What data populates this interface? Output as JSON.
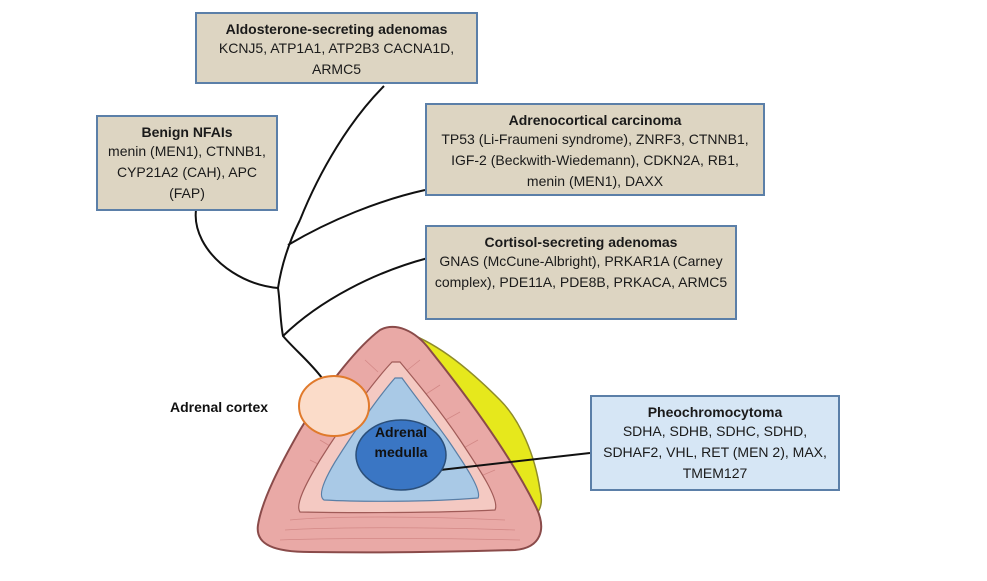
{
  "boxes": {
    "aldosterone": {
      "title": "Aldosterone-secreting adenomas",
      "genes": "KCNJ5, ATP1A1, ATP2B3 CACNA1D, ARMC5"
    },
    "benign": {
      "title": "Benign NFAIs",
      "genes": "menin (MEN1), CTNNB1, CYP21A2 (CAH), APC (FAP)"
    },
    "carcinoma": {
      "title": "Adrenocortical carcinoma",
      "genes": "TP53 (Li-Fraumeni syndrome), ZNRF3, CTNNB1, IGF-2 (Beckwith-Wiedemann), CDKN2A, RB1, menin (MEN1), DAXX"
    },
    "cortisol": {
      "title": "Cortisol-secreting adenomas",
      "genes": "GNAS (McCune-Albright), PRKAR1A (Carney complex), PDE11A, PDE8B, PRKACA, ARMC5"
    },
    "pheo": {
      "title": "Pheochromocytoma",
      "genes": "SDHA, SDHB, SDHC, SDHD, SDHAF2, VHL, RET (MEN 2), MAX, TMEM127"
    }
  },
  "labels": {
    "cortex": "Adrenal cortex",
    "medulla": "Adrenal medulla"
  },
  "colors": {
    "box_border": "#5b7fa8",
    "tan_fill": "#ddd5c2",
    "blue_fill": "#d6e6f5",
    "cortex_pink": "#e9a9a6",
    "yellow_fat": "#e6e81c",
    "medulla_inner": "#a9c9e6",
    "medulla_circle": "#3a76c4",
    "cortex_circle": "#fbdcc9",
    "cortex_circle_border": "#e07a2c"
  }
}
